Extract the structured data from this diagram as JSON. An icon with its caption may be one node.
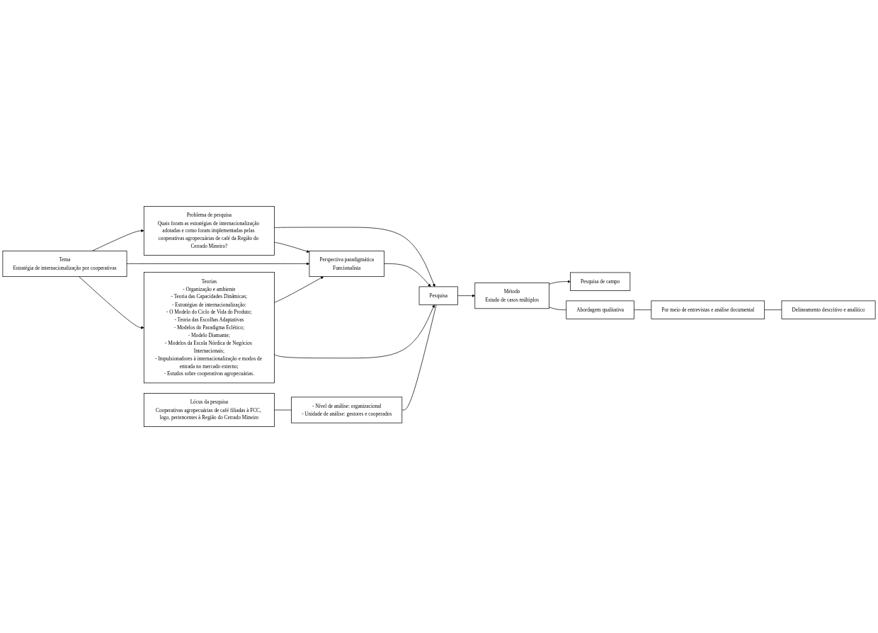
{
  "diagram": {
    "nodes": [
      {
        "text": [
          "Problema de pesquisa",
          "Quais foram as estratégias de internacionalização adotadas e como foram implementadas pelas cooperativas agropecuárias de café da Região do Cerrado Mineiro?"
        ]
      },
      {
        "text": [
          "Tema",
          "Estratégia de internacionalização por cooperativas"
        ]
      },
      {
        "text": [
          "Perspectiva paradigmática",
          "Funcionalista"
        ]
      },
      {
        "text": [
          "Teorias",
          "- Organização e ambiente",
          "- Teoria das Capacidades Dinâmicas;",
          "- Estratégias de internacionalização:",
          "- O Modelo do Ciclo de Vida do Produto;",
          "- Teoria das Escolhas Adaptativas",
          "- Modelos do Paradigma Eclético;",
          "- Modelo Diamante;",
          "- Modelos da Escola Nórdica de Negócios Internacionais;",
          "- Impulsionadores à internacionalização e modos de entrada no mercado externo;",
          "- Estudos sobre cooperativas agropecuárias."
        ]
      },
      {
        "text": [
          "Lócus da pesquisa",
          "Cooperativas agropecuárias de café filiadas à FCC, logo, pertencentes à Região do Cerrado Mineiro"
        ]
      },
      {
        "text": [
          "- Nível de análise: organizacional",
          "- Unidade de análise: gestores e cooperados"
        ]
      },
      {
        "text": [
          "Pesquisa"
        ]
      },
      {
        "text": [
          "Método",
          "Estudo de casos múltiplos"
        ]
      },
      {
        "text": [
          "Pesquisa de campo"
        ]
      },
      {
        "text": [
          "Abordagem qualitativa"
        ]
      },
      {
        "text": [
          "Por meio de entrevistas e análise documental"
        ]
      },
      {
        "text": [
          "Delineamento descritivo e analítico"
        ]
      }
    ],
    "edges": [
      {
        "from": 1,
        "to": 0,
        "arrow": "to"
      },
      {
        "from": 0,
        "to": 2,
        "arrow": "to"
      },
      {
        "from": 1,
        "to": 2,
        "arrow": "to"
      },
      {
        "from": 1,
        "to": 3,
        "arrow": "to"
      },
      {
        "from": 3,
        "to": 2,
        "arrow": "to"
      },
      {
        "from": 0,
        "to": 6,
        "arrow": "to"
      },
      {
        "from": 2,
        "to": 6,
        "arrow": "to"
      },
      {
        "from": 3,
        "to": 6,
        "arrow": "to"
      },
      {
        "from": 4,
        "to": 5,
        "arrow": "none"
      },
      {
        "from": 5,
        "to": 6,
        "arrow": "none"
      },
      {
        "from": 6,
        "to": 7,
        "arrow": "to"
      },
      {
        "from": 7,
        "to": 8,
        "arrow": "to"
      },
      {
        "from": 7,
        "to": 9,
        "arrow": "none"
      },
      {
        "from": 9,
        "to": 10,
        "arrow": "none"
      },
      {
        "from": 10,
        "to": 11,
        "arrow": "none"
      }
    ]
  }
}
